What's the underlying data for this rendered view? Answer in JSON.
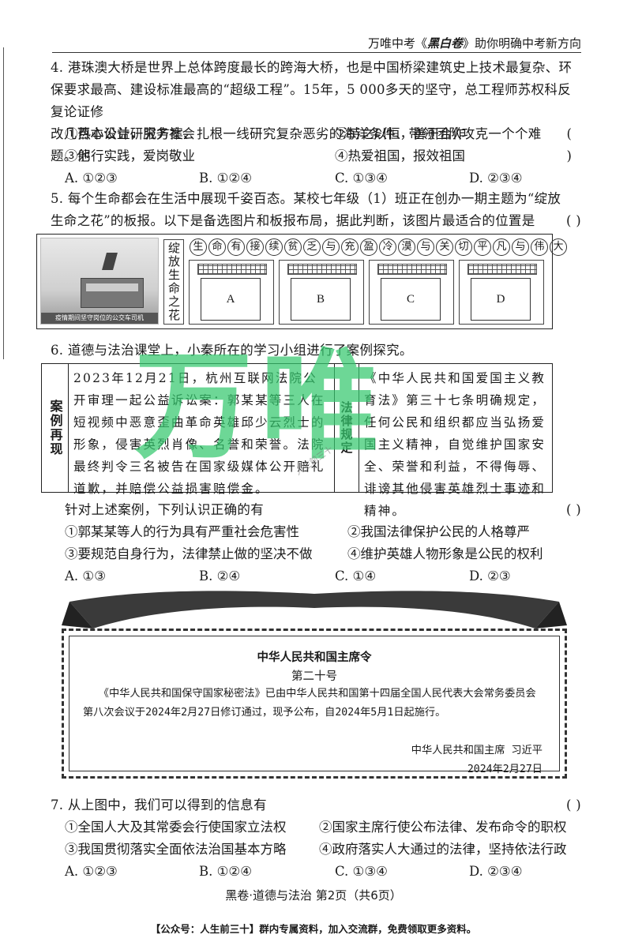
{
  "header": {
    "prefix": "万唯中考《",
    "brand": "黑白卷",
    "suffix": "》助你明确中考新方向"
  },
  "q4": {
    "lines": [
      "4. 港珠澳大桥是世界上总体跨度最长的跨海大桥，也是中国桥梁建筑史上技术最复杂、环",
      "保要求最高、建设标准最高的“超级工程”。15年，5 000多天的坚守，总工程师苏权科反复论证修",
      "改几百本设计研究方案、扎根一线研究复杂恶劣的海洋条件、带领团队攻克一个个难题。他"
    ],
    "paren": "(        )",
    "statements": [
      "①热心公益，服务社会",
      "②持之以恒，善于合作",
      "③躬行实践，爱岗敬业",
      "④热爱祖国，报效祖国"
    ],
    "options": [
      "A. ①②③",
      "B. ①②④",
      "C. ①③④",
      "D. ②③④"
    ]
  },
  "q5": {
    "lines": [
      "5. 每个生命都会在生活中展现千姿百态。某校七年级（1）班正在创办一期主题为“绽放",
      "生命之花”的板报。以下是备选图片和板报布局，据此判断，该图片最适合的位置是"
    ],
    "paren": "(        )",
    "photo_caption": "疫情期间坚守岗位的公交车司机",
    "board_title": "绽放生命之花",
    "topic_chars": [
      "生",
      "命",
      "有",
      "接",
      "续",
      "贫",
      "乏",
      "与",
      "充",
      "盈",
      "冷",
      "漠",
      "与",
      "关",
      "切",
      "平",
      "凡",
      "与",
      "伟",
      "大"
    ],
    "slots": [
      "A",
      "B",
      "C",
      "D"
    ]
  },
  "q6": {
    "intro": "6. 道德与法治课堂上，小秦所在的学习小组进行了案例探究。",
    "case_label": "案例再现",
    "case_left": "2023年12月21日，杭州互联网法院公开审理一起公益诉讼案：郭某某等三人在短视频中恶意歪曲革命英雄邱少云烈士的形象，侵害英烈肖像、名誉和荣誉。法院最终判令三名被告在国家级媒体公开赔礼道歉，并赔偿公益损害赔偿金。",
    "law_label": "法律规定",
    "case_right": "《中华人民共和国爱国主义教育法》第三十七条明确规定，任何公民和组织都应当弘扬爱国主义精神，自觉维护国家安全、荣誉和利益，不得侮辱、诽谤其他侵害英雄烈士事迹和精神。",
    "question": "针对上述案例，下列认识正确的有",
    "paren": "(        )",
    "statements": [
      "①郭某某等人的行为具有严重社会危害性",
      "②我国法律保护公民的人格尊严",
      "③要规范自身行为，法律禁止做的坚决不做",
      "④维护英雄人物形象是公民的权利"
    ],
    "options": [
      "A. ①③",
      "B. ②④",
      "C. ①④",
      "D. ②③"
    ]
  },
  "watermark": {
    "text": "万唯",
    "small": "人生前三十"
  },
  "decree": {
    "title": "中华人民共和国主席令",
    "number": "第二十号",
    "body": "《中华人民共和国保守国家秘密法》已由中华人民共和国第十四届全国人民代表大会常务委员会第八次会议于2024年2月27日修订通过，现予公布，自2024年5月1日起施行。",
    "signer": "中华人民共和国主席  习近平",
    "date": "2024年2月27日"
  },
  "q7": {
    "question": "7. 从上图中，我们可以得到的信息有",
    "paren": "(        )",
    "statements": [
      "①全国人大及其常委会行使国家立法权",
      "②国家主席行使公布法律、发布命令的职权",
      "③我国贯彻落实全面依法治国基本方略",
      "④政府落实人大通过的法律，坚持依法行政"
    ],
    "options": [
      "A. ①②③",
      "B. ①②④",
      "C. ①③④",
      "D. ②③④"
    ]
  },
  "footer": "黑卷·道德与法治   第2页（共6页）",
  "bottom_note": "【公众号：人生前三十】群内专属资料，加入交流群，免费领取更多资料。"
}
